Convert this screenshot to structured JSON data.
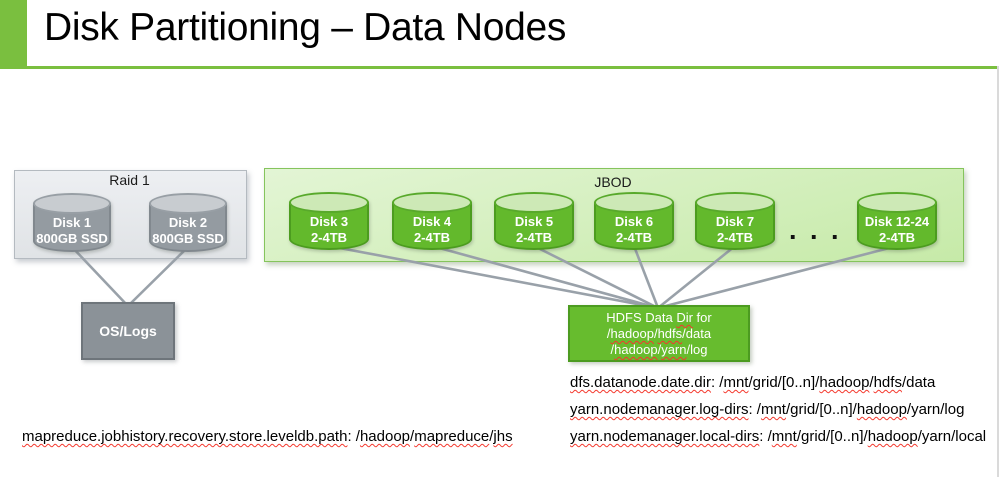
{
  "slide": {
    "title": "Disk Partitioning – Data Nodes"
  },
  "raid": {
    "label": "Raid 1",
    "disks": [
      {
        "name": "Disk 1",
        "size": "800GB SSD"
      },
      {
        "name": "Disk 2",
        "size": "800GB SSD"
      }
    ],
    "target_label": "OS/Logs"
  },
  "jbod": {
    "label": "JBOD",
    "ellipsis": ". . .",
    "disks": [
      {
        "name": "Disk 3",
        "size": "2-4TB"
      },
      {
        "name": "Disk 4",
        "size": "2-4TB"
      },
      {
        "name": "Disk 5",
        "size": "2-4TB"
      },
      {
        "name": "Disk 6",
        "size": "2-4TB"
      },
      {
        "name": "Disk 7",
        "size": "2-4TB"
      },
      {
        "name": "Disk 12-24",
        "size": "2-4TB"
      }
    ],
    "target_lines": [
      [
        {
          "t": "HDFS Data ",
          "m": false
        },
        {
          "t": "Dir",
          "m": true
        },
        {
          "t": " for",
          "m": false
        }
      ],
      [
        {
          "t": "/",
          "m": false
        },
        {
          "t": "hadoop",
          "m": true
        },
        {
          "t": "/",
          "m": false
        },
        {
          "t": "hdfs",
          "m": true
        },
        {
          "t": "/data",
          "m": false
        }
      ],
      [
        {
          "t": "/",
          "m": false
        },
        {
          "t": "hadoop",
          "m": true
        },
        {
          "t": "/",
          "m": false
        },
        {
          "t": "yarn",
          "m": true
        },
        {
          "t": "/log",
          "m": false
        }
      ]
    ]
  },
  "annotations": {
    "right": [
      [
        {
          "t": "dfs.datanode.date.dir",
          "m": true
        },
        {
          "t": ": /",
          "m": false
        },
        {
          "t": "mnt",
          "m": true
        },
        {
          "t": "/grid/[0..n]/",
          "m": false
        },
        {
          "t": "hadoop",
          "m": true
        },
        {
          "t": "/",
          "m": false
        },
        {
          "t": "hdfs",
          "m": true
        },
        {
          "t": "/data",
          "m": false
        }
      ],
      [
        {
          "t": "yarn.nodemanager.log-dirs",
          "m": true
        },
        {
          "t": ": /",
          "m": false
        },
        {
          "t": "mnt",
          "m": true
        },
        {
          "t": "/grid/[0..n]/",
          "m": false
        },
        {
          "t": "hadoop",
          "m": true
        },
        {
          "t": "/yarn/log",
          "m": false
        }
      ],
      [
        {
          "t": "yarn.nodemanager.local-dirs",
          "m": true
        },
        {
          "t": ": /",
          "m": false
        },
        {
          "t": "mnt",
          "m": true
        },
        {
          "t": "/grid/[0..n]/",
          "m": false
        },
        {
          "t": "hadoop",
          "m": true
        },
        {
          "t": "/yarn/local",
          "m": false
        }
      ]
    ],
    "left": [
      [
        {
          "t": "mapreduce.jobhistory.recovery.store.leveldb.path",
          "m": true
        },
        {
          "t": ": /",
          "m": false
        },
        {
          "t": "hadoop",
          "m": true
        },
        {
          "t": "/",
          "m": false
        },
        {
          "t": "mapreduce",
          "m": true
        },
        {
          "t": "/",
          "m": false
        },
        {
          "t": "jhs",
          "m": true
        }
      ]
    ]
  },
  "colors": {
    "accent_green": "#7abf3f",
    "jbod_fill": "#d6efbc",
    "jbod_border": "#85c45c",
    "disk_green": "#63b92c",
    "disk_green_border": "#4c9c1f",
    "disk_green_top": "#cde9b6",
    "raid_fill": "#e8ebee",
    "raid_border": "#b4bac0",
    "gray_disk": "#949ba1",
    "gray_box": "#8b9298",
    "hdfs_box": "#67bc2e",
    "connector_gray": "#99a1a9",
    "spellcheck_red": "#f4392e"
  }
}
